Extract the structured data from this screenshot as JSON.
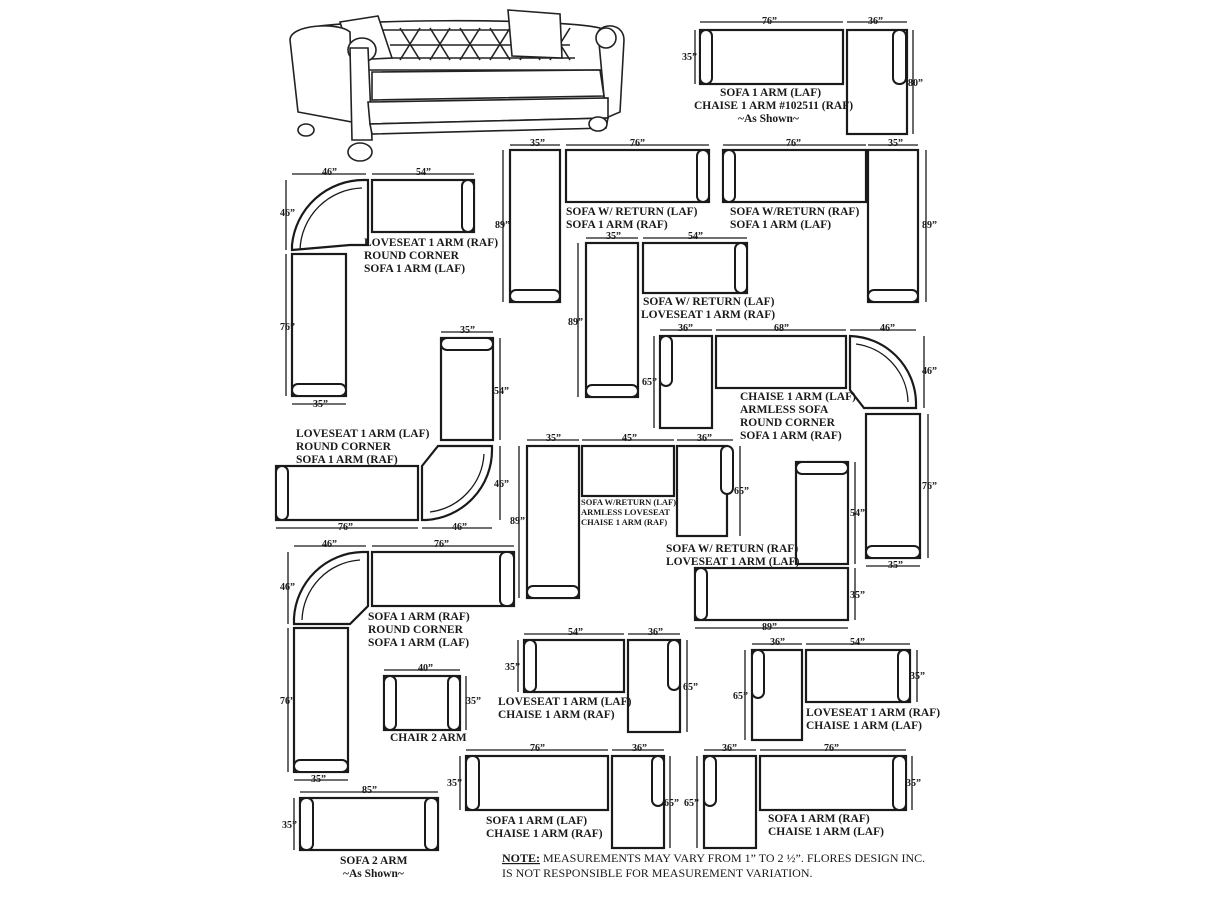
{
  "note": {
    "prefix": "NOTE:",
    "line1": " MEASUREMENTS MAY VARY FROM 1” TO 2 ½”. FLORES DESIGN INC.",
    "line2": "IS NOT RESPONSIBLE FOR MEASUREMENT VARIATION."
  },
  "configs": [
    {
      "id": "sofa-chaise-shown",
      "labels": [
        "SOFA 1 ARM (LAF)",
        "CHAISE 1 ARM #102511 (RAF)",
        "~As Shown~"
      ],
      "dims": [
        "76”",
        "36”",
        "35”",
        "80”"
      ]
    },
    {
      "id": "sofa-return-laf",
      "labels": [
        "SOFA W/ RETURN (LAF)",
        "SOFA 1 ARM (RAF)"
      ],
      "dims": [
        "35”",
        "76”",
        "89”"
      ]
    },
    {
      "id": "sofa-return-raf",
      "labels": [
        "SOFA W/RETURN (RAF)",
        "SOFA 1 ARM (LAF)"
      ],
      "dims": [
        "76”",
        "35”",
        "89”"
      ]
    },
    {
      "id": "loveseat-corner-sofa-a",
      "labels": [
        "LOVESEAT 1 ARM (RAF)",
        "ROUND CORNER",
        "SOFA 1 ARM (LAF)"
      ],
      "dims": [
        "46”",
        "54”",
        "46”",
        "76”",
        "35”"
      ]
    },
    {
      "id": "sofa-return-loveseat-raf",
      "labels": [
        "SOFA  W/ RETURN (LAF)",
        "LOVESEAT 1 ARM  (RAF)"
      ],
      "dims": [
        "35”",
        "54”",
        "89”"
      ]
    },
    {
      "id": "chaise-armless-corner-sofa",
      "labels": [
        "CHAISE 1 ARM (LAF)",
        "ARMLESS SOFA",
        "ROUND CORNER",
        "SOFA 1 ARM (RAF)"
      ],
      "dims": [
        "36”",
        "68”",
        "46”",
        "65”",
        "46”",
        "76”",
        "35”"
      ]
    },
    {
      "id": "loveseat-corner-sofa-b",
      "labels": [
        "LOVESEAT 1 ARM (LAF)",
        "ROUND CORNER",
        "SOFA 1 ARM (RAF)"
      ],
      "dims": [
        "35”",
        "54”",
        "46”",
        "76”",
        "46”"
      ]
    },
    {
      "id": "sofa-return-armless-chaise",
      "labels": [
        "SOFA W/RETURN (LAF)",
        "ARMLESS LOVESEAT",
        "CHAISE 1 ARM (RAF)"
      ],
      "dims": [
        "35”",
        "45”",
        "36”",
        "89”",
        "65”"
      ]
    },
    {
      "id": "sofa-return-loveseat-laf",
      "labels": [
        "SOFA W/ RETURN (RAF)",
        "LOVESEAT 1 ARM (LAF)"
      ],
      "dims": [
        "54”",
        "35”",
        "89”"
      ]
    },
    {
      "id": "sofa-corner-sofa",
      "labels": [
        "SOFA 1 ARM (RAF)",
        "ROUND CORNER",
        "SOFA 1 ARM (LAF)"
      ],
      "dims": [
        "46”",
        "76”",
        "46”",
        "76”",
        "35”"
      ]
    },
    {
      "id": "chair",
      "labels": [
        "CHAIR 2 ARM"
      ],
      "dims": [
        "40”",
        "35”"
      ]
    },
    {
      "id": "loveseat-chaise-a",
      "labels": [
        "LOVESEAT 1 ARM (LAF)",
        "CHAISE 1 ARM (RAF)"
      ],
      "dims": [
        "54”",
        "36”",
        "35”",
        "65”"
      ]
    },
    {
      "id": "loveseat-chaise-b",
      "labels": [
        "LOVESEAT 1 ARM (RAF)",
        "CHAISE 1 ARM (LAF)"
      ],
      "dims": [
        "36”",
        "54”",
        "65”",
        "35”"
      ]
    },
    {
      "id": "sofa-2-arm",
      "labels": [
        "SOFA 2 ARM",
        "~As Shown~"
      ],
      "dims": [
        "85”",
        "35”"
      ]
    },
    {
      "id": "sofa-chaise-b",
      "labels": [
        "SOFA 1 ARM (LAF)",
        "CHAISE 1 ARM (RAF)"
      ],
      "dims": [
        "76”",
        "36”",
        "35”",
        "65”"
      ]
    },
    {
      "id": "sofa-chaise-c",
      "labels": [
        "SOFA 1 ARM (RAF)",
        "CHAISE 1 ARM (LAF)"
      ],
      "dims": [
        "36”",
        "76”",
        "65”",
        "35”"
      ]
    }
  ]
}
